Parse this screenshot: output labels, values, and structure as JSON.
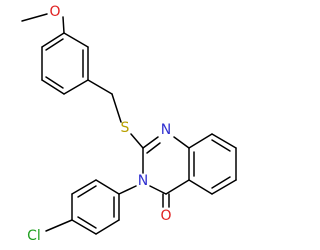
{
  "molecule": {
    "colors": {
      "background": "#ffffff",
      "bond": "#000000",
      "carbon_label": "#000000",
      "oxygen": "#e02020",
      "nitrogen": "#3030d0",
      "sulfur": "#b8a000",
      "chlorine": "#20a020"
    },
    "atoms": {
      "ch3": "",
      "o_methoxy": "O",
      "s": "S",
      "n1": "N",
      "n3": "N",
      "o_carbonyl": "O",
      "cl": "Cl"
    }
  }
}
